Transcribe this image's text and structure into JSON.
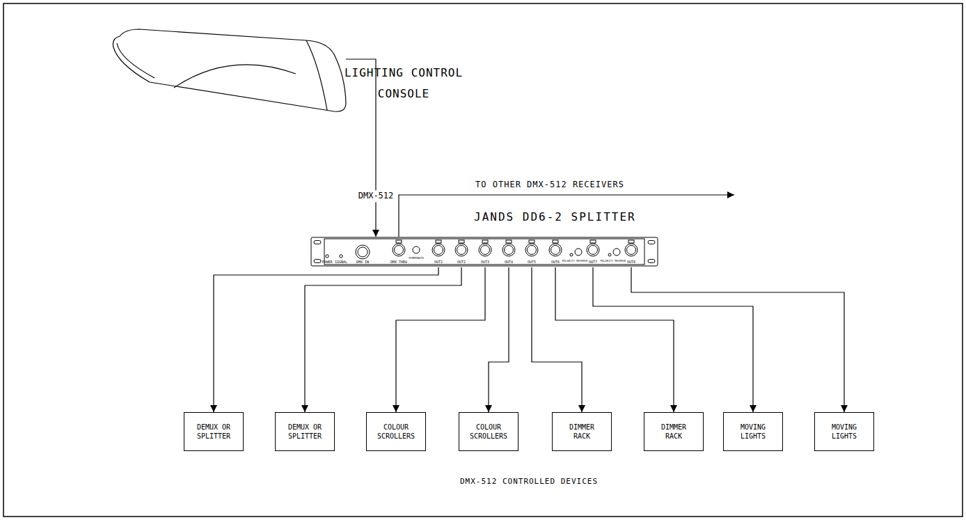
{
  "diagram": {
    "nodes": [
      {
        "text": [
          "LIGHTING CONTROL CONSOLE"
        ]
      },
      {
        "text": [
          "JANDS DD6-2 SPLITTER"
        ]
      },
      {
        "text": [
          "DEMUX OR SPLITTER"
        ]
      },
      {
        "text": [
          "DEMUX OR SPLITTER"
        ]
      },
      {
        "text": [
          "COLOUR SCROLLERS"
        ]
      },
      {
        "text": [
          "COLOUR SCROLLERS"
        ]
      },
      {
        "text": [
          "DIMMER RACK"
        ]
      },
      {
        "text": [
          "DIMMER RACK"
        ]
      },
      {
        "text": [
          "MOVING LIGHTS"
        ]
      },
      {
        "text": [
          "MOVING LIGHTS"
        ]
      }
    ],
    "edges": [
      {
        "from": 0,
        "to": 1,
        "label": "DMX-512",
        "arrow": "to"
      },
      {
        "from": 1,
        "to": 2,
        "arrow": "to"
      },
      {
        "from": 1,
        "to": 3,
        "arrow": "to"
      },
      {
        "from": 1,
        "to": 4,
        "arrow": "to"
      },
      {
        "from": 1,
        "to": 5,
        "arrow": "to"
      },
      {
        "from": 1,
        "to": 6,
        "arrow": "to"
      },
      {
        "from": 1,
        "to": 7,
        "arrow": "to"
      },
      {
        "from": 1,
        "to": 8,
        "arrow": "to"
      },
      {
        "from": 1,
        "to": 9,
        "arrow": "to"
      }
    ],
    "labels": [
      "TO OTHER DMX-512 RECEIVERS",
      "POWER",
      "SIGNAL",
      "DMX IN",
      "DMX THRU",
      "TERMINATE",
      "OUT1",
      "OUT2",
      "OUT3",
      "OUT4",
      "OUT5",
      "OUT6",
      "POLARITY REVERSE",
      "OUT7",
      "POLARITY REVERSE",
      "OUT8",
      "DMX-512 CONTROLLED DEVICES"
    ]
  }
}
